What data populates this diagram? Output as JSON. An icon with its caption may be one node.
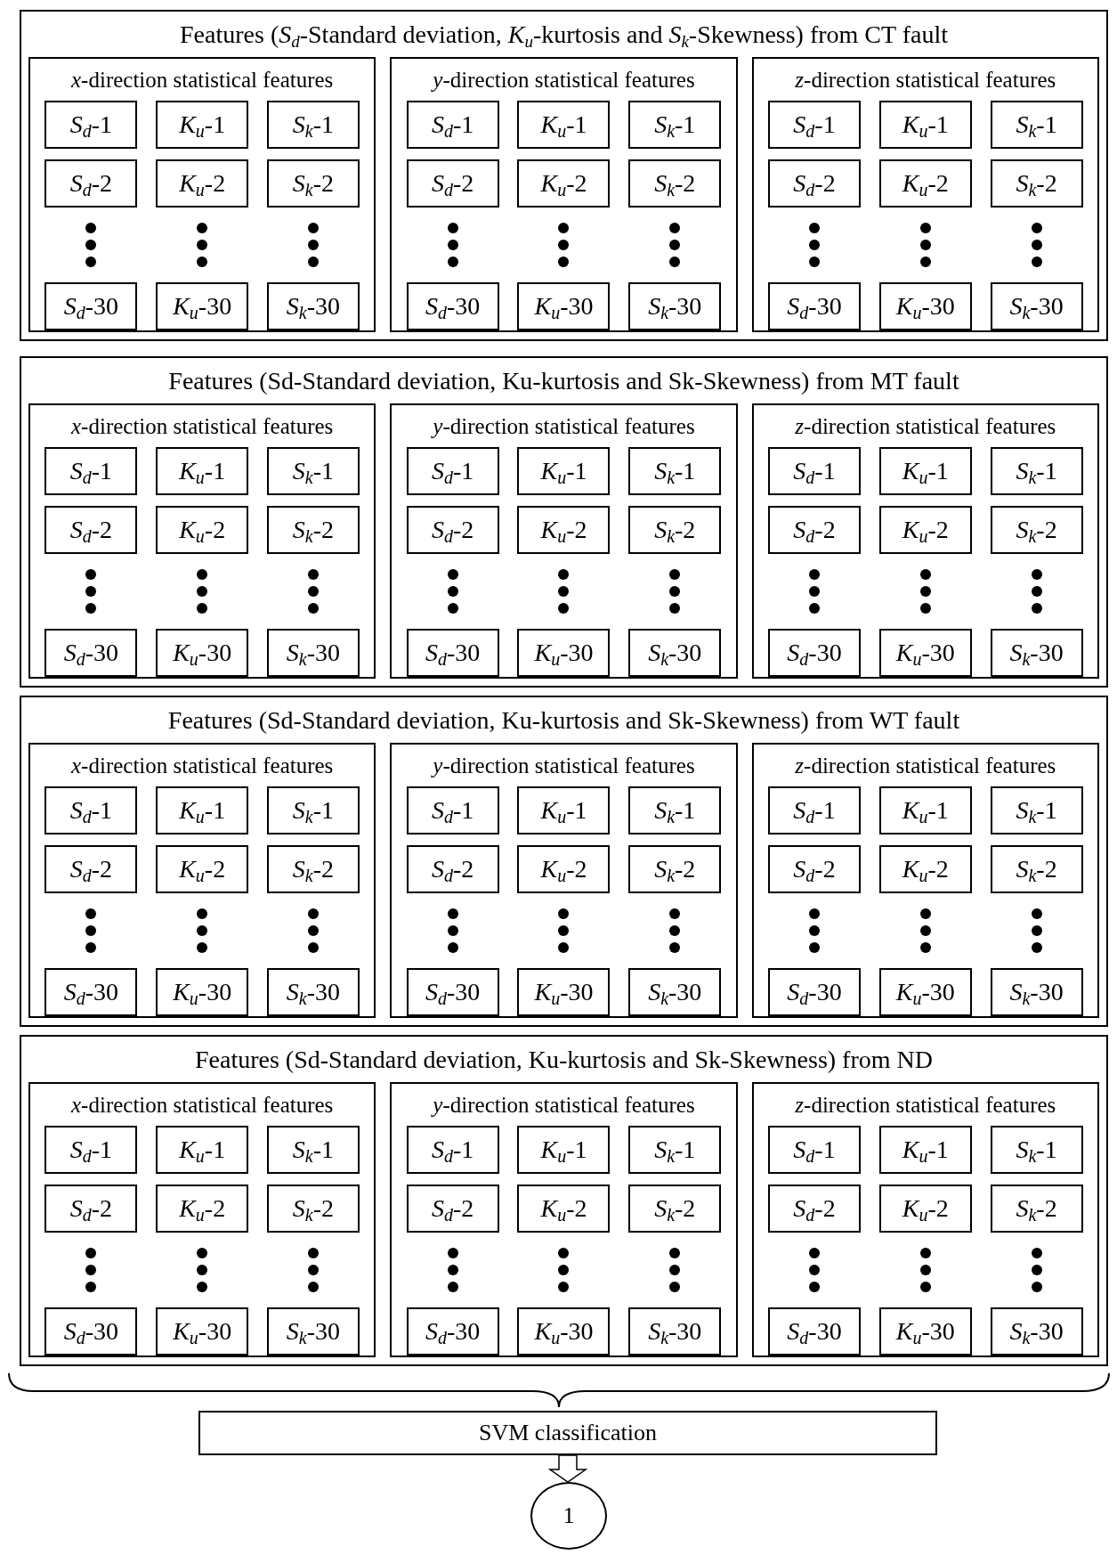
{
  "diagram": {
    "nodes": [
      {
        "text": [
          "Features (*S*$_{d}$-Standard deviation, *K*$_{u}$-kurtosis and *S*$_{k}$-Skewness) from CT fault"
        ]
      },
      {
        "text": [
          "*x*-direction statistical features"
        ],
        "in": 0
      },
      {
        "text": [
          "*S*$_{d}$-1"
        ],
        "in": 1
      },
      {
        "text": [
          "*K*$_{u}$-1"
        ],
        "in": 1
      },
      {
        "text": [
          "*S*$_{k}$-1"
        ],
        "in": 1
      },
      {
        "text": [
          "*S*$_{d}$-2"
        ],
        "in": 1
      },
      {
        "text": [
          "*K*$_{u}$-2"
        ],
        "in": 1
      },
      {
        "text": [
          "*S*$_{k}$-2"
        ],
        "in": 1
      },
      {
        "text": [
          "*S*$_{d}$-30"
        ],
        "in": 1
      },
      {
        "text": [
          "*K*$_{u}$-30"
        ],
        "in": 1
      },
      {
        "text": [
          "*S*$_{k}$-30"
        ],
        "in": 1
      },
      {
        "text": [
          "*y*-direction statistical features"
        ],
        "in": 0
      },
      {
        "text": [
          "*S*$_{d}$-1"
        ],
        "in": 11
      },
      {
        "text": [
          "*K*$_{u}$-1"
        ],
        "in": 11
      },
      {
        "text": [
          "*S*$_{k}$-1"
        ],
        "in": 11
      },
      {
        "text": [
          "*S*$_{d}$-2"
        ],
        "in": 11
      },
      {
        "text": [
          "*K*$_{u}$-2"
        ],
        "in": 11
      },
      {
        "text": [
          "*S*$_{k}$-2"
        ],
        "in": 11
      },
      {
        "text": [
          "*S*$_{d}$-30"
        ],
        "in": 11
      },
      {
        "text": [
          "*K*$_{u}$-30"
        ],
        "in": 11
      },
      {
        "text": [
          "*S*$_{k}$-30"
        ],
        "in": 11
      },
      {
        "text": [
          "*z*-direction statistical features"
        ],
        "in": 0
      },
      {
        "text": [
          "*S*$_{d}$-1"
        ],
        "in": 21
      },
      {
        "text": [
          "*K*$_{u}$-1"
        ],
        "in": 21
      },
      {
        "text": [
          "*S*$_{k}$-1"
        ],
        "in": 21
      },
      {
        "text": [
          "*S*$_{d}$-2"
        ],
        "in": 21
      },
      {
        "text": [
          "*K*$_{u}$-2"
        ],
        "in": 21
      },
      {
        "text": [
          "*S*$_{k}$-2"
        ],
        "in": 21
      },
      {
        "text": [
          "*S*$_{d}$-30"
        ],
        "in": 21
      },
      {
        "text": [
          "*K*$_{u}$-30"
        ],
        "in": 21
      },
      {
        "text": [
          "*S*$_{k}$-30"
        ],
        "in": 21
      },
      {
        "text": [
          "Features (Sd-Standard deviation, Ku-kurtosis and Sk-Skewness) from MT fault"
        ]
      },
      {
        "text": [
          "*x*-direction statistical features"
        ],
        "in": 31
      },
      {
        "text": [
          "*S*$_{d}$-1"
        ],
        "in": 32
      },
      {
        "text": [
          "*K*$_{u}$-1"
        ],
        "in": 32
      },
      {
        "text": [
          "*S*$_{k}$-1"
        ],
        "in": 32
      },
      {
        "text": [
          "*S*$_{d}$-2"
        ],
        "in": 32
      },
      {
        "text": [
          "*K*$_{u}$-2"
        ],
        "in": 32
      },
      {
        "text": [
          "*S*$_{k}$-2"
        ],
        "in": 32
      },
      {
        "text": [
          "*S*$_{d}$-30"
        ],
        "in": 32
      },
      {
        "text": [
          "*K*$_{u}$-30"
        ],
        "in": 32
      },
      {
        "text": [
          "*S*$_{k}$-30"
        ],
        "in": 32
      },
      {
        "text": [
          "*y*-direction statistical features"
        ],
        "in": 31
      },
      {
        "text": [
          "*S*$_{d}$-1"
        ],
        "in": 42
      },
      {
        "text": [
          "*K*$_{u}$-1"
        ],
        "in": 42
      },
      {
        "text": [
          "*S*$_{k}$-1"
        ],
        "in": 42
      },
      {
        "text": [
          "*S*$_{d}$-2"
        ],
        "in": 42
      },
      {
        "text": [
          "*K*$_{u}$-2"
        ],
        "in": 42
      },
      {
        "text": [
          "*S*$_{k}$-2"
        ],
        "in": 42
      },
      {
        "text": [
          "*S*$_{d}$-30"
        ],
        "in": 42
      },
      {
        "text": [
          "*K*$_{u}$-30"
        ],
        "in": 42
      },
      {
        "text": [
          "*S*$_{k}$-30"
        ],
        "in": 42
      },
      {
        "text": [
          "*z*-direction statistical features"
        ],
        "in": 31
      },
      {
        "text": [
          "*S*$_{d}$-1"
        ],
        "in": 52
      },
      {
        "text": [
          "*K*$_{u}$-1"
        ],
        "in": 52
      },
      {
        "text": [
          "*S*$_{k}$-1"
        ],
        "in": 52
      },
      {
        "text": [
          "*S*$_{d}$-2"
        ],
        "in": 52
      },
      {
        "text": [
          "*K*$_{u}$-2"
        ],
        "in": 52
      },
      {
        "text": [
          "*S*$_{k}$-2"
        ],
        "in": 52
      },
      {
        "text": [
          "*S*$_{d}$-30"
        ],
        "in": 52
      },
      {
        "text": [
          "*K*$_{u}$-30"
        ],
        "in": 52
      },
      {
        "text": [
          "*S*$_{k}$-30"
        ],
        "in": 52
      },
      {
        "text": [
          "Features (Sd-Standard deviation, Ku-kurtosis and Sk-Skewness) from WT fault"
        ]
      },
      {
        "text": [
          "*x*-direction statistical features"
        ],
        "in": 62
      },
      {
        "text": [
          "*S*$_{d}$-1"
        ],
        "in": 63
      },
      {
        "text": [
          "*K*$_{u}$-1"
        ],
        "in": 63
      },
      {
        "text": [
          "*S*$_{k}$-1"
        ],
        "in": 63
      },
      {
        "text": [
          "*S*$_{d}$-2"
        ],
        "in": 63
      },
      {
        "text": [
          "*K*$_{u}$-2"
        ],
        "in": 63
      },
      {
        "text": [
          "*S*$_{k}$-2"
        ],
        "in": 63
      },
      {
        "text": [
          "*S*$_{d}$-30"
        ],
        "in": 63
      },
      {
        "text": [
          "*K*$_{u}$-30"
        ],
        "in": 63
      },
      {
        "text": [
          "*S*$_{k}$-30"
        ],
        "in": 63
      },
      {
        "text": [
          "*y*-direction statistical features"
        ],
        "in": 62
      },
      {
        "text": [
          "*S*$_{d}$-1"
        ],
        "in": 73
      },
      {
        "text": [
          "*K*$_{u}$-1"
        ],
        "in": 73
      },
      {
        "text": [
          "*S*$_{k}$-1"
        ],
        "in": 73
      },
      {
        "text": [
          "*S*$_{d}$-2"
        ],
        "in": 73
      },
      {
        "text": [
          "*K*$_{u}$-2"
        ],
        "in": 73
      },
      {
        "text": [
          "*S*$_{k}$-2"
        ],
        "in": 73
      },
      {
        "text": [
          "*S*$_{d}$-30"
        ],
        "in": 73
      },
      {
        "text": [
          "*K*$_{u}$-30"
        ],
        "in": 73
      },
      {
        "text": [
          "*S*$_{k}$-30"
        ],
        "in": 73
      },
      {
        "text": [
          "*z*-direction statistical features"
        ],
        "in": 62
      },
      {
        "text": [
          "*S*$_{d}$-1"
        ],
        "in": 83
      },
      {
        "text": [
          "*K*$_{u}$-1"
        ],
        "in": 83
      },
      {
        "text": [
          "*S*$_{k}$-1"
        ],
        "in": 83
      },
      {
        "text": [
          "*S*$_{d}$-2"
        ],
        "in": 83
      },
      {
        "text": [
          "*K*$_{u}$-2"
        ],
        "in": 83
      },
      {
        "text": [
          "*S*$_{k}$-2"
        ],
        "in": 83
      },
      {
        "text": [
          "*S*$_{d}$-30"
        ],
        "in": 83
      },
      {
        "text": [
          "*K*$_{u}$-30"
        ],
        "in": 83
      },
      {
        "text": [
          "*S*$_{k}$-30"
        ],
        "in": 83
      },
      {
        "text": [
          "Features (Sd-Standard deviation, Ku-kurtosis and Sk-Skewness) from ND"
        ]
      },
      {
        "text": [
          "*x*-direction statistical features"
        ],
        "in": 93
      },
      {
        "text": [
          "*S*$_{d}$-1"
        ],
        "in": 94
      },
      {
        "text": [
          "*K*$_{u}$-1"
        ],
        "in": 94
      },
      {
        "text": [
          "*S*$_{k}$-1"
        ],
        "in": 94
      },
      {
        "text": [
          "*S*$_{d}$-2"
        ],
        "in": 94
      },
      {
        "text": [
          "*K*$_{u}$-2"
        ],
        "in": 94
      },
      {
        "text": [
          "*S*$_{k}$-2"
        ],
        "in": 94
      },
      {
        "text": [
          "*S*$_{d}$-30"
        ],
        "in": 94
      },
      {
        "text": [
          "*K*$_{u}$-30"
        ],
        "in": 94
      },
      {
        "text": [
          "*S*$_{k}$-30"
        ],
        "in": 94
      },
      {
        "text": [
          "*y*-direction statistical features"
        ],
        "in": 93
      },
      {
        "text": [
          "*S*$_{d}$-1"
        ],
        "in": 104
      },
      {
        "text": [
          "*K*$_{u}$-1"
        ],
        "in": 104
      },
      {
        "text": [
          "*S*$_{k}$-1"
        ],
        "in": 104
      },
      {
        "text": [
          "*S*$_{d}$-2"
        ],
        "in": 104
      },
      {
        "text": [
          "*K*$_{u}$-2"
        ],
        "in": 104
      },
      {
        "text": [
          "*S*$_{k}$-2"
        ],
        "in": 104
      },
      {
        "text": [
          "*S*$_{d}$-30"
        ],
        "in": 104
      },
      {
        "text": [
          "*K*$_{u}$-30"
        ],
        "in": 104
      },
      {
        "text": [
          "*S*$_{k}$-30"
        ],
        "in": 104
      },
      {
        "text": [
          "*z*-direction statistical features"
        ],
        "in": 93
      },
      {
        "text": [
          "*S*$_{d}$-1"
        ],
        "in": 114
      },
      {
        "text": [
          "*K*$_{u}$-1"
        ],
        "in": 114
      },
      {
        "text": [
          "*S*$_{k}$-1"
        ],
        "in": 114
      },
      {
        "text": [
          "*S*$_{d}$-2"
        ],
        "in": 114
      },
      {
        "text": [
          "*K*$_{u}$-2"
        ],
        "in": 114
      },
      {
        "text": [
          "*S*$_{k}$-2"
        ],
        "in": 114
      },
      {
        "text": [
          "*S*$_{d}$-30"
        ],
        "in": 114
      },
      {
        "text": [
          "*K*$_{u}$-30"
        ],
        "in": 114
      },
      {
        "text": [
          "*S*$_{k}$-30"
        ],
        "in": 114
      },
      {
        "text": [
          "SVM classification"
        ]
      },
      {
        "text": [
          "1"
        ]
      }
    ],
    "edges": [
      {
        "from": 124,
        "to": 125,
        "arrow": "to"
      }
    ]
  }
}
